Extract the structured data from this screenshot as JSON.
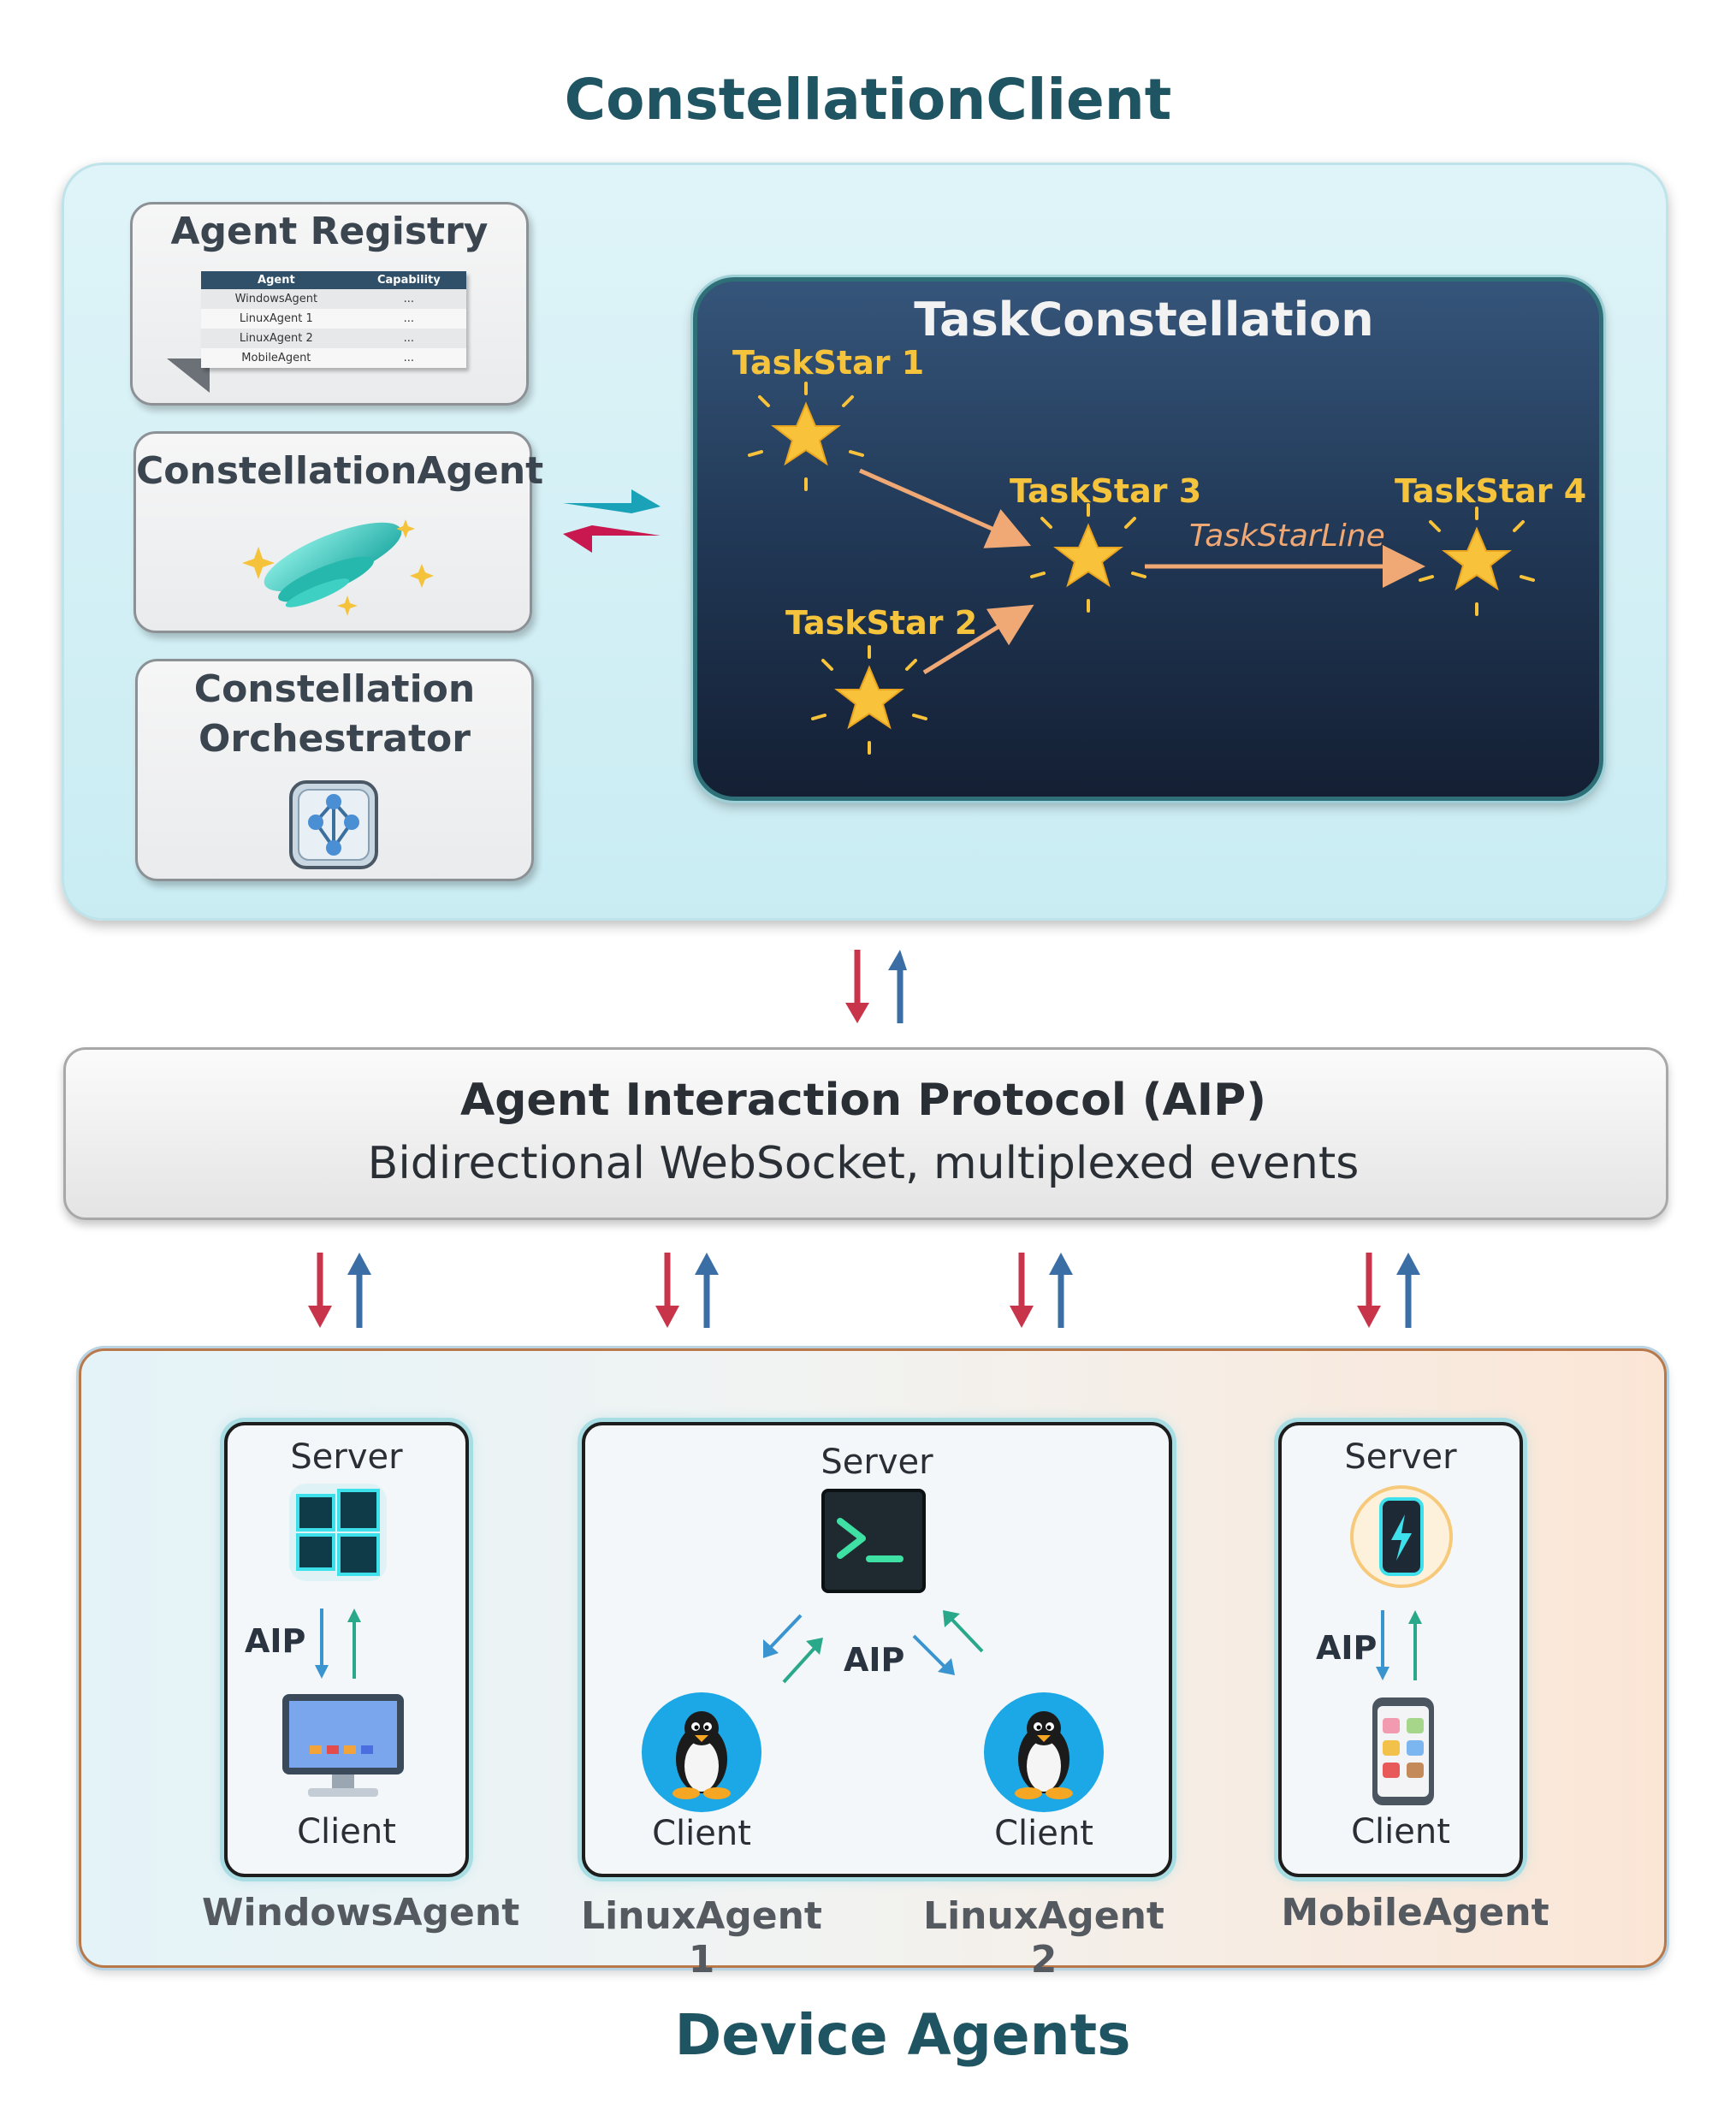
{
  "top_title": "ConstellationClient",
  "bottom_title": "Device Agents",
  "agent_registry": {
    "title": "Agent Registry",
    "columns": [
      "Agent",
      "Capability"
    ],
    "rows": [
      [
        "WindowsAgent",
        "..."
      ],
      [
        "LinuxAgent 1",
        "..."
      ],
      [
        "LinuxAgent 2",
        "..."
      ],
      [
        "MobileAgent",
        "..."
      ]
    ]
  },
  "constellation_agent": {
    "title": "ConstellationAgent"
  },
  "orchestrator": {
    "title_line1": "Constellation",
    "title_line2": "Orchestrator"
  },
  "task_constellation": {
    "title": "TaskConstellation",
    "star1": "TaskStar 1",
    "star2": "TaskStar 2",
    "star3": "TaskStar 3",
    "star4": "TaskStar 4",
    "line_label": "TaskStarLine"
  },
  "aip": {
    "title": "Agent Interaction Protocol (AIP)",
    "subtitle": "Bidirectional WebSocket, multiplexed events"
  },
  "devices": {
    "windows": {
      "server": "Server",
      "aip": "AIP",
      "client": "Client",
      "name": "WindowsAgent"
    },
    "linux": {
      "server": "Server",
      "aip": "AIP",
      "client1": "Client",
      "client2": "Client",
      "name1": "LinuxAgent 1",
      "name2": "LinuxAgent 2"
    },
    "mobile": {
      "server": "Server",
      "aip": "AIP",
      "client": "Client",
      "name": "MobileAgent"
    }
  },
  "colors": {
    "title": "#1f5462",
    "down_arrow": "#c8354b",
    "up_arrow": "#3a6ea5",
    "star": "#f6c33c",
    "star_line": "#f0a874"
  }
}
